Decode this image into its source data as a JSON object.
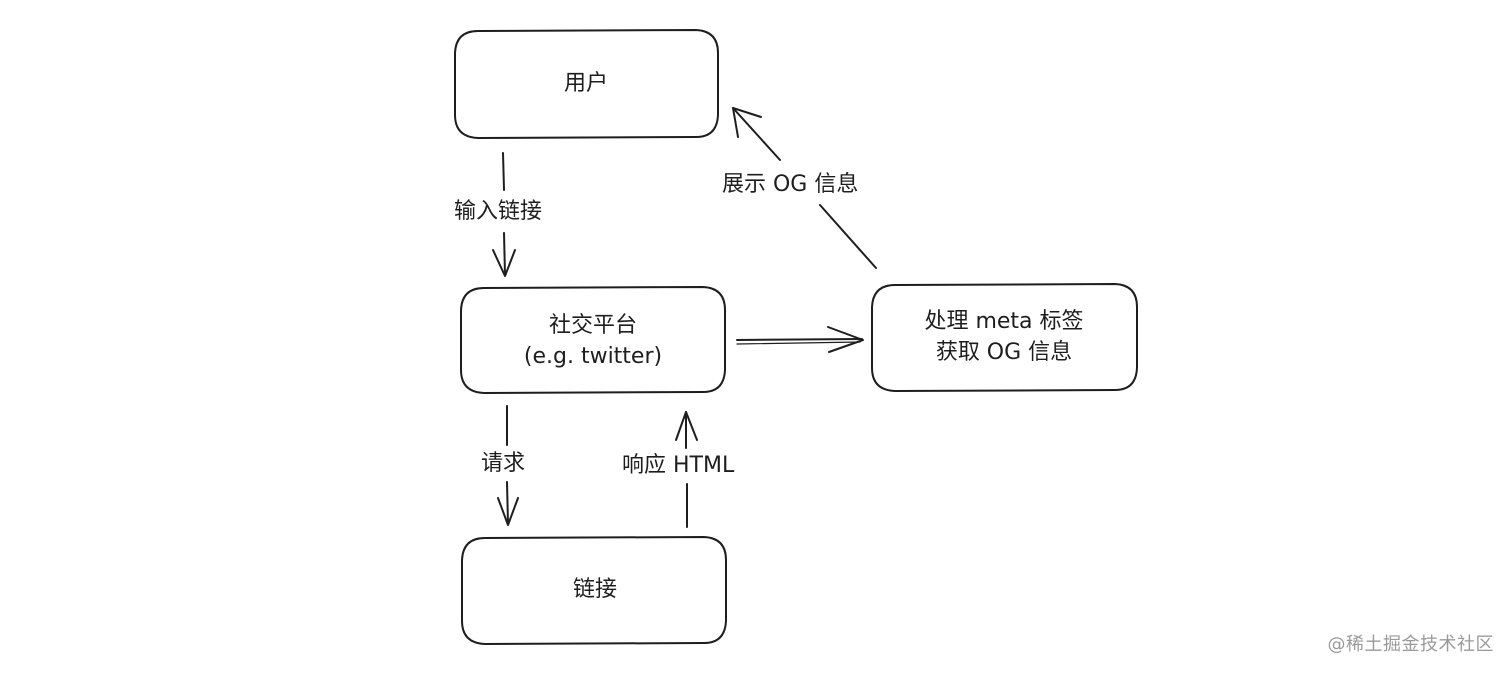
{
  "diagram": {
    "nodes": {
      "user": {
        "label": "用户"
      },
      "platform": {
        "line1": "社交平台",
        "line2": "(e.g. twitter)"
      },
      "process": {
        "line1": "处理 meta 标签",
        "line2": "获取 OG 信息"
      },
      "link": {
        "label": "链接"
      }
    },
    "edges": {
      "input_link": "输入链接",
      "show_og": "展示 OG 信息",
      "request": "请求",
      "response": "响应 HTML"
    }
  },
  "watermark": "@稀土掘金技术社区"
}
